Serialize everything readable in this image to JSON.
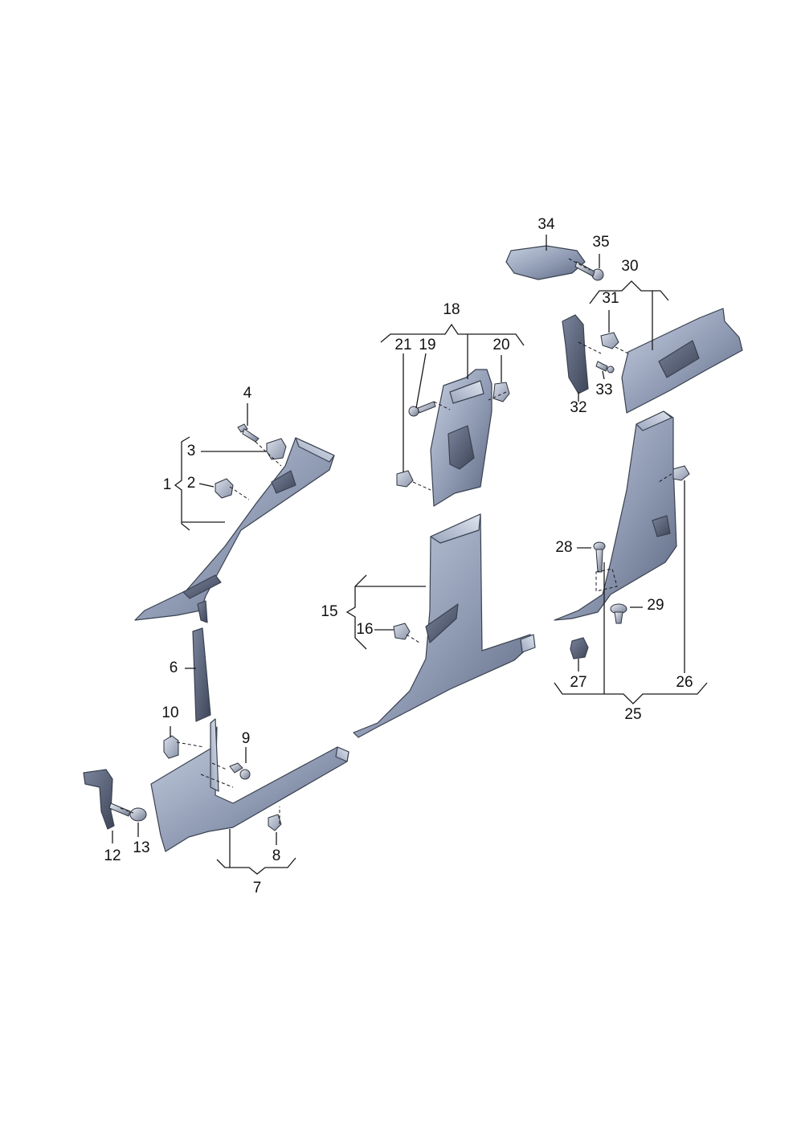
{
  "colors": {
    "panel_light": "#b8c2d6",
    "panel_mid": "#8f9ab3",
    "panel_dark": "#5c6680",
    "outline": "#3a4250",
    "background": "#ffffff"
  },
  "callouts": {
    "c1": "1",
    "c2": "2",
    "c3": "3",
    "c4": "4",
    "c6": "6",
    "c7": "7",
    "c8": "8",
    "c9": "9",
    "c10": "10",
    "c12": "12",
    "c13": "13",
    "c15": "15",
    "c16": "16",
    "c18": "18",
    "c19": "19",
    "c20": "20",
    "c21": "21",
    "c25": "25",
    "c26": "26",
    "c27": "27",
    "c28": "28",
    "c29": "29",
    "c30": "30",
    "c31": "31",
    "c32": "32",
    "c33": "33",
    "c34": "34",
    "c35": "35"
  }
}
